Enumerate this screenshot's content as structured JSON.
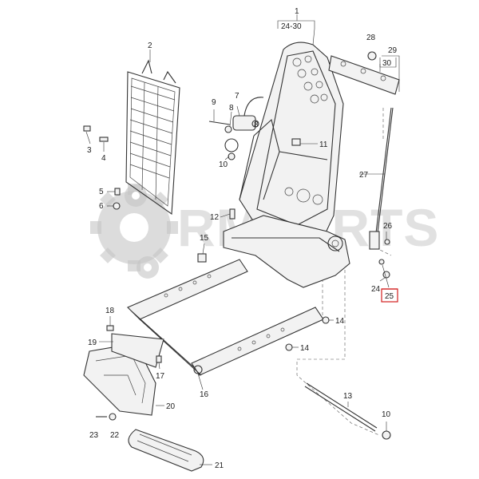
{
  "watermark": {
    "text": "RMPARTS"
  },
  "highlight_color": "#d21f1f",
  "callouts": [
    {
      "id": "c1",
      "text": "1"
    },
    {
      "id": "c24_30",
      "text": "24-30"
    },
    {
      "id": "c2",
      "text": "2"
    },
    {
      "id": "c3",
      "text": "3"
    },
    {
      "id": "c4",
      "text": "4"
    },
    {
      "id": "c5",
      "text": "5"
    },
    {
      "id": "c6",
      "text": "6"
    },
    {
      "id": "c7",
      "text": "7"
    },
    {
      "id": "c8a",
      "text": "8"
    },
    {
      "id": "c8b",
      "text": "8"
    },
    {
      "id": "c9",
      "text": "9"
    },
    {
      "id": "c10a",
      "text": "10"
    },
    {
      "id": "c10b",
      "text": "10"
    },
    {
      "id": "c11",
      "text": "11"
    },
    {
      "id": "c12",
      "text": "12"
    },
    {
      "id": "c13",
      "text": "13"
    },
    {
      "id": "c14a",
      "text": "14"
    },
    {
      "id": "c14b",
      "text": "14"
    },
    {
      "id": "c15",
      "text": "15"
    },
    {
      "id": "c16",
      "text": "16"
    },
    {
      "id": "c17",
      "text": "17"
    },
    {
      "id": "c18",
      "text": "18"
    },
    {
      "id": "c19",
      "text": "19"
    },
    {
      "id": "c20",
      "text": "20"
    },
    {
      "id": "c21",
      "text": "21"
    },
    {
      "id": "c22",
      "text": "22"
    },
    {
      "id": "c23",
      "text": "23"
    },
    {
      "id": "c24",
      "text": "24"
    },
    {
      "id": "c25",
      "text": "25"
    },
    {
      "id": "c26",
      "text": "26"
    },
    {
      "id": "c27",
      "text": "27"
    },
    {
      "id": "c28",
      "text": "28"
    },
    {
      "id": "c29",
      "text": "29"
    },
    {
      "id": "c30",
      "text": "30"
    }
  ]
}
